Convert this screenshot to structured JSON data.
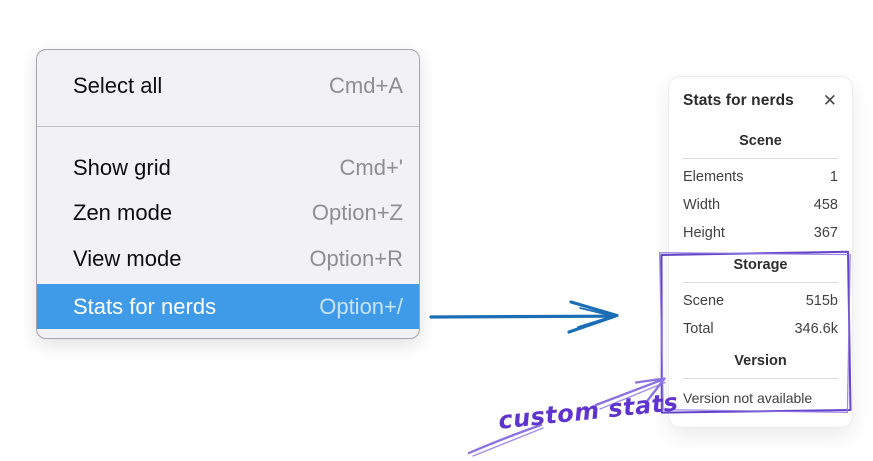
{
  "context_menu": {
    "items": [
      {
        "label": "Select all",
        "shortcut": "Cmd+A",
        "highlighted": false
      },
      {
        "label": "Show grid",
        "shortcut": "Cmd+'",
        "highlighted": false
      },
      {
        "label": "Zen mode",
        "shortcut": "Option+Z",
        "highlighted": false
      },
      {
        "label": "View mode",
        "shortcut": "Option+R",
        "highlighted": false
      },
      {
        "label": "Stats for nerds",
        "shortcut": "Option+/",
        "highlighted": true
      }
    ]
  },
  "stats_panel": {
    "title": "Stats for nerds",
    "close_icon": "✕",
    "sections": [
      {
        "heading": "Scene",
        "rows": [
          {
            "label": "Elements",
            "value": "1"
          },
          {
            "label": "Width",
            "value": "458"
          },
          {
            "label": "Height",
            "value": "367"
          }
        ]
      },
      {
        "heading": "Storage",
        "rows": [
          {
            "label": "Scene",
            "value": "515b"
          },
          {
            "label": "Total",
            "value": "346.6k"
          }
        ]
      },
      {
        "heading": "Version",
        "note": "Version not available"
      }
    ]
  },
  "annotation": {
    "label": "custom stats"
  },
  "colors": {
    "menu_highlight": "#3f9ae8",
    "arrow_blue": "#1b6db6",
    "annotation_purple": "#6a4dd3",
    "sketch_box_purple": "#6345c8"
  }
}
